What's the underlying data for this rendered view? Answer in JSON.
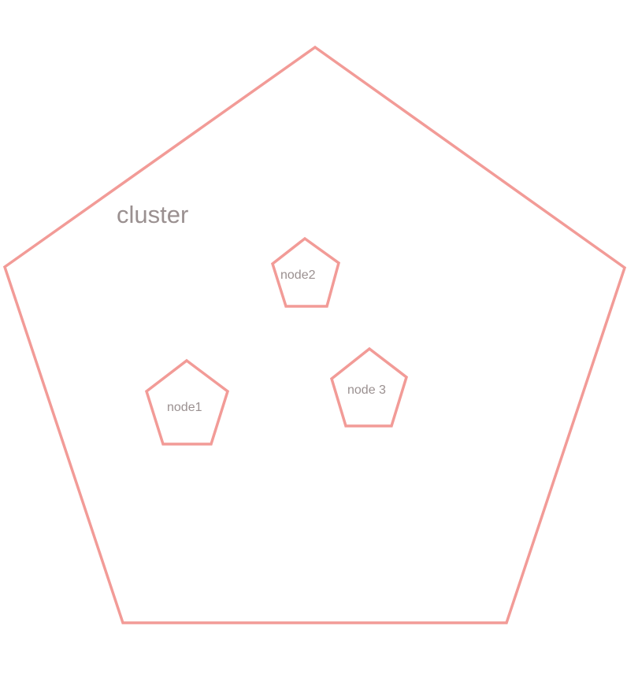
{
  "diagram": {
    "cluster": {
      "label": "cluster"
    },
    "nodes": [
      {
        "id": "node1",
        "label": "node1"
      },
      {
        "id": "node2",
        "label": "node2"
      },
      {
        "id": "node3",
        "label": "node 3"
      }
    ]
  },
  "colors": {
    "shape_stroke": "#f29b97",
    "label_text": "#9a9090",
    "background": "#ffffff"
  },
  "shapes": {
    "cluster": "pentagon",
    "node": "pentagon"
  }
}
